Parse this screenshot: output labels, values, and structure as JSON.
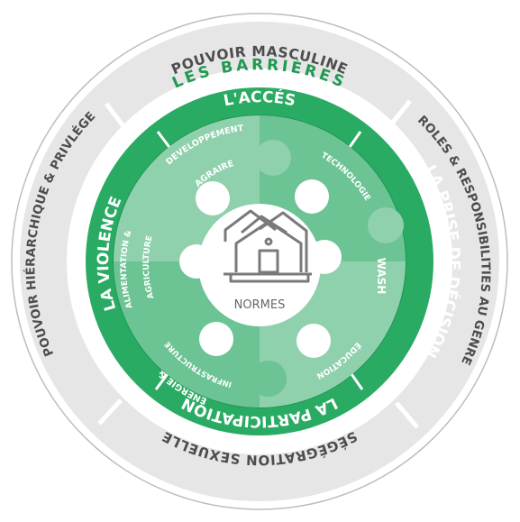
{
  "colors": {
    "outer_ring": "#e6e6e6",
    "outer_ring_edge": "#bdbdbd",
    "outer_text": "#4d4d4d",
    "barrier_band": "#ffffff",
    "barrier_text": "#1f9a52",
    "green_ring": "#2aab63",
    "green_ring_dark": "#1f9652",
    "puzzle_dark": "#6cc394",
    "puzzle_light": "#8fd0ad",
    "center_circle": "#ffffff",
    "center_text": "#666666",
    "icon_stroke": "#7a7a7a"
  },
  "outer_ring": {
    "top": "POUVOIR MASCULINE",
    "right": "ROLES & RESPONSIBILITIES AU GENRE",
    "bottom": "SÉGÉGRATION SEXUELLE",
    "left": "POUVOIR HIÉRARCHIQUE & PRIVLÉGE"
  },
  "barrier_label": "LES BARRIÈRES",
  "green_ring": {
    "top": "L'ACCÉS",
    "right": "LA PRISE DE DÉCISION",
    "bottom": "LA PARTICIPATION",
    "left": "LA VIOLENCE"
  },
  "puzzle": {
    "dev_line1": "DEVELOPPEMENT",
    "dev_line2": "AGRAIRE",
    "technologie": "TECHNOLOGIE",
    "wash": "WASH",
    "education": "ÉDUCATION",
    "energie_line1": "ÉNERGIE &",
    "energie_line2": "INFRASTRUCTURE",
    "alim_line1": "ALIMENTATION &",
    "alim_line2": "AGRICULTURE"
  },
  "center": {
    "label": "NORMES",
    "icon": "houses-icon"
  }
}
